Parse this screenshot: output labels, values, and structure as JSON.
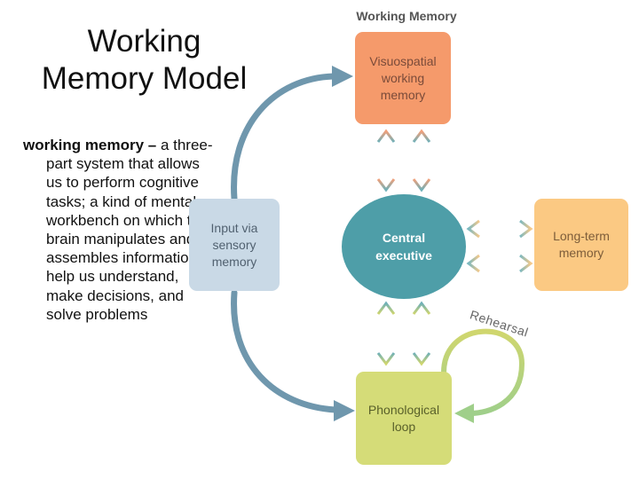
{
  "slide": {
    "title_line1": "Working",
    "title_line2": "Memory Model",
    "definition_term": "working memory –",
    "definition_text": " a three-part system that allows us to perform cognitive tasks; a kind of mental workbench on which the brain manipulates and assembles information to help us understand, make decisions, and solve problems"
  },
  "diagram": {
    "title": "Working Memory",
    "visuospatial": {
      "line1": "Visuospatial",
      "line2": "working",
      "line3": "memory"
    },
    "input": {
      "line1": "Input via",
      "line2": "sensory",
      "line3": "memory"
    },
    "central": {
      "line1": "Central",
      "line2": "executive"
    },
    "longterm": {
      "line1": "Long-term",
      "line2": "memory"
    },
    "phonological": {
      "line1": "Phonological",
      "line2": "loop"
    },
    "rehearsal_label": "Rehearsal",
    "colors": {
      "visuospatial": "#f59a6b",
      "input": "#c9d9e6",
      "central": "#4e9ea8",
      "longterm": "#fbc983",
      "phonological": "#d5dc78",
      "flow_arrow": "#6f97ad"
    }
  }
}
